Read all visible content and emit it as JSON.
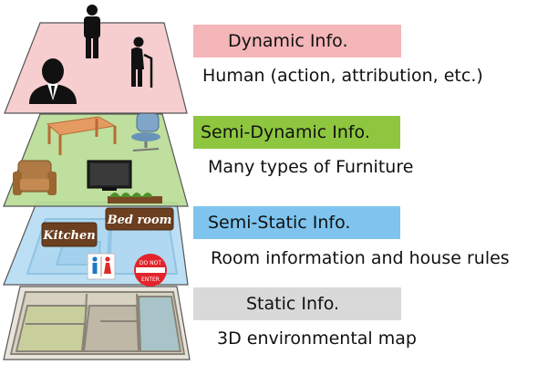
{
  "layers": [
    {
      "id": "dynamic",
      "title": "Dynamic Info.",
      "description": "Human (action, attribution, etc.)",
      "color": "#f4b6b8"
    },
    {
      "id": "semi_dynamic",
      "title": "Semi-Dynamic Info.",
      "description": "Many types of Furniture",
      "color": "#8ec63f"
    },
    {
      "id": "semi_static",
      "title": "Semi-Static Info.",
      "description": "Room information and house rules",
      "color": "#7ec4ee"
    },
    {
      "id": "static",
      "title": "Static Info.",
      "description": "3D environmental map",
      "color": "#d9d9d9"
    }
  ],
  "signs": {
    "kitchen": "Kitchen",
    "bedroom": "Bed room",
    "do_not_enter_line1": "DO NOT",
    "do_not_enter_line2": "ENTER"
  },
  "icons": [
    "person-standing-icon",
    "elderly-person-cane-icon",
    "businessman-icon",
    "table-icon",
    "office-chair-icon",
    "armchair-icon",
    "television-icon",
    "restroom-sign-icon",
    "do-not-enter-sign-icon"
  ]
}
